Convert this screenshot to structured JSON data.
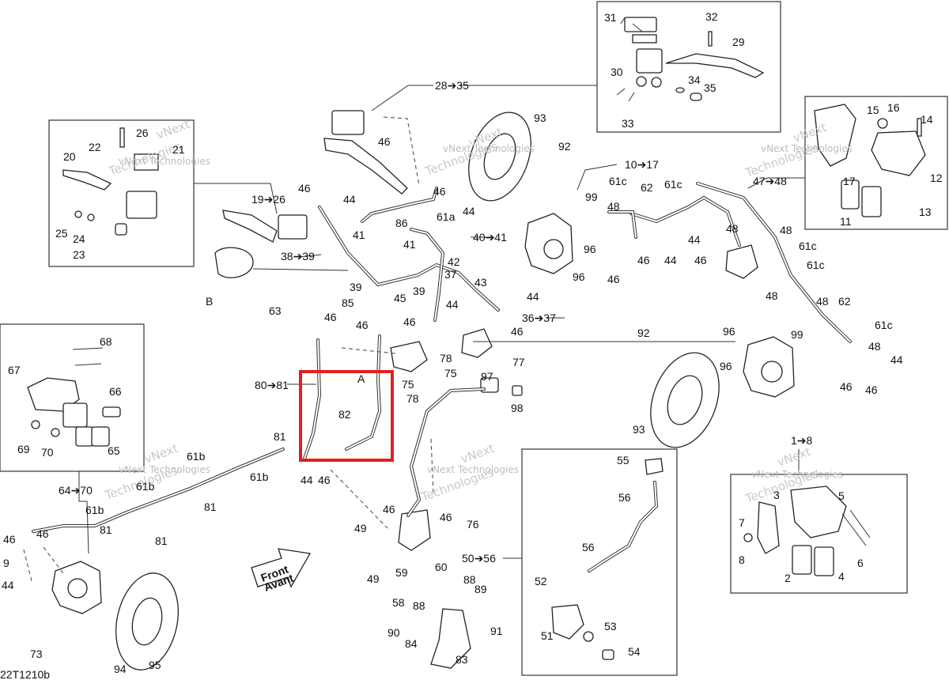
{
  "labels": {
    "l31": "31",
    "l32": "32",
    "l29": "29",
    "l30": "30",
    "l34": "34",
    "l35": "35",
    "l33": "33",
    "l28_35": "28➔35",
    "l93a": "93",
    "l92a": "92",
    "l46a": "46",
    "l22": "22",
    "l26": "26",
    "l21": "21",
    "l20": "20",
    "l25": "25",
    "l24": "24",
    "l23": "23",
    "l19_26": "19➔26",
    "l46b": "46",
    "l44a": "44",
    "l46c": "46",
    "l44b": "44",
    "l86": "86",
    "l61a": "61a",
    "l41a": "41",
    "l41b": "41",
    "l40_41": "40➔41",
    "l38_39": "38➔39",
    "lB": "B",
    "l39a": "39",
    "l39b": "39",
    "l42": "42",
    "l37": "37",
    "l43": "43",
    "l44c": "44",
    "l44d": "44",
    "l85": "85",
    "l45": "45",
    "l63": "63",
    "l46d": "46",
    "l46e": "46",
    "l46f": "46",
    "l36_37": "36➔37",
    "l46g": "46",
    "l10_17": "10➔17",
    "l99a": "99",
    "l61c1": "61c",
    "l62a": "62",
    "l61c2": "61c",
    "l48a": "48",
    "l44e": "44",
    "l48b": "48",
    "l96a": "96",
    "l46h": "46",
    "l44f": "44",
    "l46i": "46",
    "l96b": "96",
    "l46j": "46",
    "l47_48": "47➔48",
    "l15": "15",
    "l16": "16",
    "l14": "14",
    "l17": "17",
    "l12": "12",
    "l11": "11",
    "l13": "13",
    "l48c": "48",
    "l61c3": "61c",
    "l61c4": "61c",
    "l48d": "48",
    "l48e": "48",
    "l62b": "62",
    "l61c5": "61c",
    "l99b": "99",
    "l48f": "48",
    "l44g": "44",
    "l96c": "96",
    "l96d": "96",
    "l46k": "46",
    "l46l": "46",
    "l92b": "92",
    "l93b": "93",
    "l1_8": "1➔8",
    "l3": "3",
    "l5": "5",
    "l7": "7",
    "l8": "8",
    "l2": "2",
    "l4": "4",
    "l6": "6",
    "l68": "68",
    "l67": "67",
    "l66": "66",
    "l69": "69",
    "l70": "70",
    "l65": "65",
    "l80_81": "80➔81",
    "lA": "A",
    "l82": "82",
    "l75a": "75",
    "l78a": "78",
    "l78b": "78",
    "l75b": "75",
    "l77": "77",
    "l97": "97",
    "l98": "98",
    "l81a": "81",
    "l61b1": "61b",
    "l61b2": "61b",
    "l44h": "44",
    "l46m": "46",
    "l64_70": "64➔70",
    "l61b3": "61b",
    "l81b": "81",
    "l61b4": "61b",
    "l81c": "81",
    "l81d": "81",
    "l46n": "46",
    "l46o": "46",
    "l9": "9",
    "l44i": "44",
    "l73": "73",
    "l94": "94",
    "l95": "95",
    "l49a": "49",
    "l49b": "49",
    "l46p": "46",
    "l46q": "46",
    "l76": "76",
    "l50_56": "50➔56",
    "l59": "59",
    "l60": "60",
    "l58": "58",
    "l88a": "88",
    "l88b": "88",
    "l89": "89",
    "l90": "90",
    "l84": "84",
    "l83": "83",
    "l91": "91",
    "l55": "55",
    "l56a": "56",
    "l56b": "56",
    "l52": "52",
    "l51": "51",
    "l53": "53",
    "l54": "54",
    "front": "Front",
    "avant": "Avant",
    "ref": "22T1210b"
  },
  "watermarks": {
    "brand": "vNext",
    "company": "vNext Technologies",
    "tech": "Technologies"
  },
  "highlight": {
    "color": "#e02020"
  }
}
